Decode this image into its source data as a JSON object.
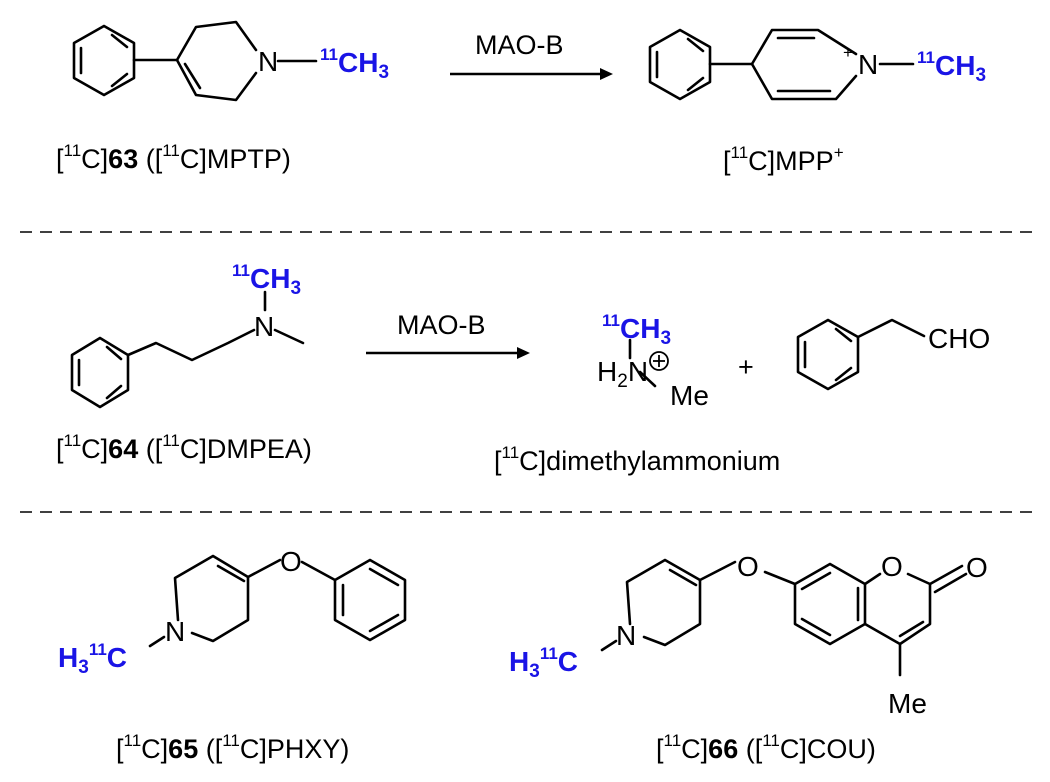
{
  "colors": {
    "isotope": "#1a14e6",
    "bond": "#000000",
    "background": "#ffffff"
  },
  "reaction1": {
    "enzyme": "MAO-B",
    "substrate_label": {
      "open": "[",
      "mass": "11",
      "elem": "C]",
      "num": "63",
      "rest_a": " ([",
      "mass2": "11",
      "rest_b": "C]MPTP)"
    },
    "product_label": {
      "open": "[",
      "mass": "11",
      "rest": "C]MPP",
      "charge": "+"
    }
  },
  "reaction2": {
    "enzyme": "MAO-B",
    "substrate_label": {
      "open": "[",
      "mass": "11",
      "elem": "C]",
      "num": "64",
      "rest_a": " ([",
      "mass2": "11",
      "rest_b": "C]DMPEA)"
    },
    "product_label": {
      "open": "[",
      "mass": "11",
      "rest": "C]dimethylammonium"
    },
    "plus": "+",
    "aldehyde": "CHO",
    "ammonium": {
      "h": "H",
      "h_sub": "2",
      "n": "N",
      "charge": "+",
      "me": "Me"
    }
  },
  "compounds": {
    "c65_label": {
      "open": "[",
      "mass": "11",
      "elem": "C]",
      "num": "65",
      "rest_a": " ([",
      "mass2": "11",
      "rest_b": "C]PHXY)"
    },
    "c66_label": {
      "open": "[",
      "mass": "11",
      "elem": "C]",
      "num": "66",
      "rest_a": " ([",
      "mass2": "11",
      "rest_b": "C]COU)"
    }
  },
  "atoms": {
    "N": "N",
    "O": "O",
    "Me": "Me"
  },
  "methyl": {
    "mass": "11",
    "c": "C",
    "h": "H",
    "three": "3"
  }
}
